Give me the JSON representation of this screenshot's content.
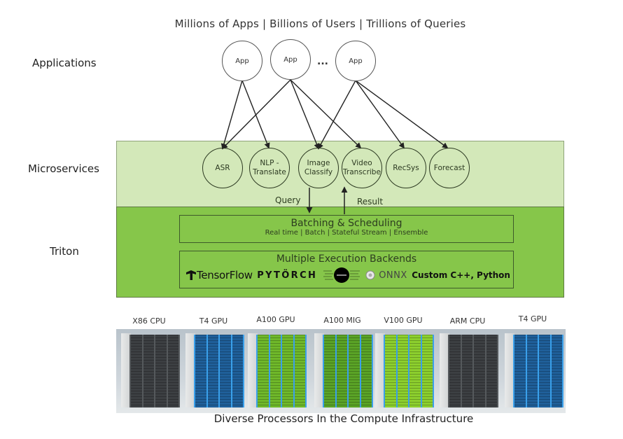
{
  "headline": "Millions of Apps | Billions of Users | Trillions of Queries",
  "layers": {
    "applications": "Applications",
    "microservices": "Microservices",
    "triton": "Triton"
  },
  "apps": [
    {
      "label": "App"
    },
    {
      "label": "App"
    },
    {
      "label": "App"
    }
  ],
  "apps_ellipsis": "...",
  "microservices": [
    {
      "label": "ASR"
    },
    {
      "label": "NLP -\nTranslate"
    },
    {
      "label": "Image\nClassify"
    },
    {
      "label": "Video\nTranscribe"
    },
    {
      "label": "RecSys"
    },
    {
      "label": "Forecast"
    }
  ],
  "connections": [
    {
      "from": 0,
      "to": 0
    },
    {
      "from": 0,
      "to": 1
    },
    {
      "from": 1,
      "to": 0
    },
    {
      "from": 1,
      "to": 2
    },
    {
      "from": 1,
      "to": 3
    },
    {
      "from": 2,
      "to": 2
    },
    {
      "from": 2,
      "to": 4
    },
    {
      "from": 2,
      "to": 5
    }
  ],
  "flow": {
    "query_label": "Query",
    "result_label": "Result"
  },
  "triton": {
    "batching_title": "Batching & Scheduling",
    "batching_modes": "Real time | Batch | Stateful Stream | Ensemble",
    "backends_title": "Multiple Execution Backends",
    "backends": [
      {
        "name": "TensorFlow",
        "icon": "tensorflow-logo-icon"
      },
      {
        "name": "PYTÖRCH",
        "icon": "pytorch-logo-icon"
      },
      {
        "name": "TensorRT",
        "icon": "tensorrt-logo-icon"
      },
      {
        "name": "ONNX",
        "icon": "onnx-logo-icon"
      },
      {
        "name": "Custom C++, Python",
        "icon": ""
      }
    ]
  },
  "processors": [
    {
      "label": "X86 CPU",
      "color": "#3c3f42",
      "accent": "#55595c"
    },
    {
      "label": "T4 GPU",
      "color": "#1f5f99",
      "accent": "#3aa0ea"
    },
    {
      "label": "A100 GPU",
      "color": "#6fb82a",
      "accent": "#3aa0ea"
    },
    {
      "label": "A100 MIG",
      "color": "#5aa326",
      "accent": "#3aa0ea"
    },
    {
      "label": "V100 GPU",
      "color": "#8ccf2e",
      "accent": "#3aa0ea"
    },
    {
      "label": "ARM CPU",
      "color": "#3c3f42",
      "accent": "#55595c"
    },
    {
      "label": "T4 GPU",
      "color": "#1f5f99",
      "accent": "#3aa0ea"
    }
  ],
  "footer": "Diverse Processors In the Compute Infrastructure",
  "colors": {
    "microservices_band": "#d3e8b9",
    "triton_band": "#86c64a"
  }
}
